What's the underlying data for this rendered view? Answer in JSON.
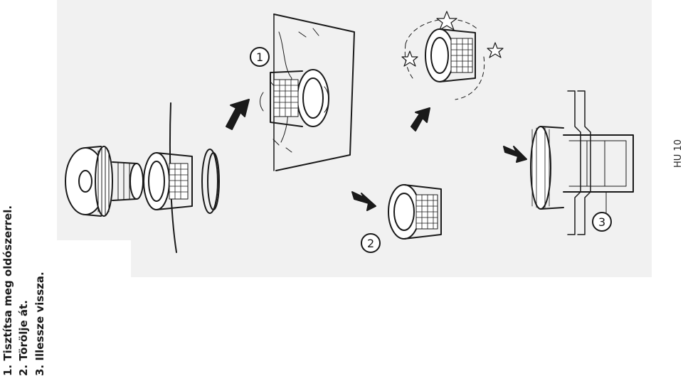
{
  "instructions": {
    "steps": [
      "1. Tisztítsa meg oldószerrel.",
      "2. Törölje át.",
      "3. Illessze vissza."
    ]
  },
  "footer": {
    "page_number": "HU 10"
  },
  "illustration": {
    "callouts": [
      "1",
      "2",
      "3"
    ]
  }
}
